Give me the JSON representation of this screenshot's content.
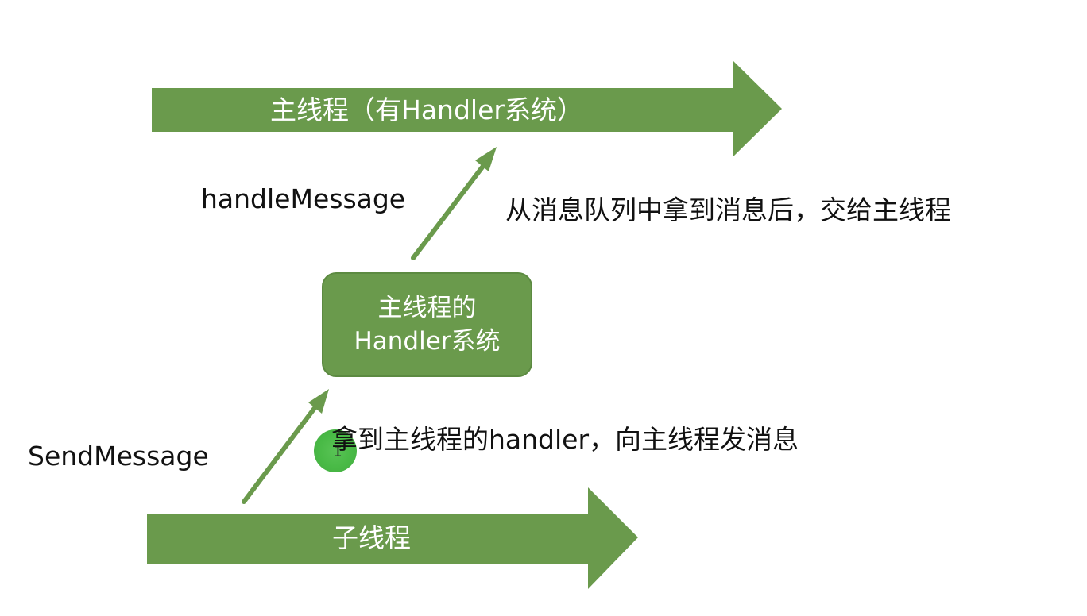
{
  "colors": {
    "arrow_fill": "#6a9a4c",
    "box_fill": "#6a9a4c",
    "connector": "#6a9a4c",
    "cursor_highlight": "#3fb63c",
    "text": "#111111",
    "arrow_text": "#ffffff"
  },
  "main_thread_arrow": {
    "label": "主线程（有Handler系统）"
  },
  "child_thread_arrow": {
    "label": "子线程"
  },
  "handler_box": {
    "line1": "主线程的",
    "line2": "Handler系统"
  },
  "labels": {
    "handle_message": "handleMessage",
    "handle_message_desc": "从消息队列中拿到消息后，交给主线程",
    "send_message": "SendMessage",
    "send_message_desc": "拿到主线程的handler，向主线程发消息"
  },
  "cursor": {
    "icon": "text-cursor-icon"
  }
}
